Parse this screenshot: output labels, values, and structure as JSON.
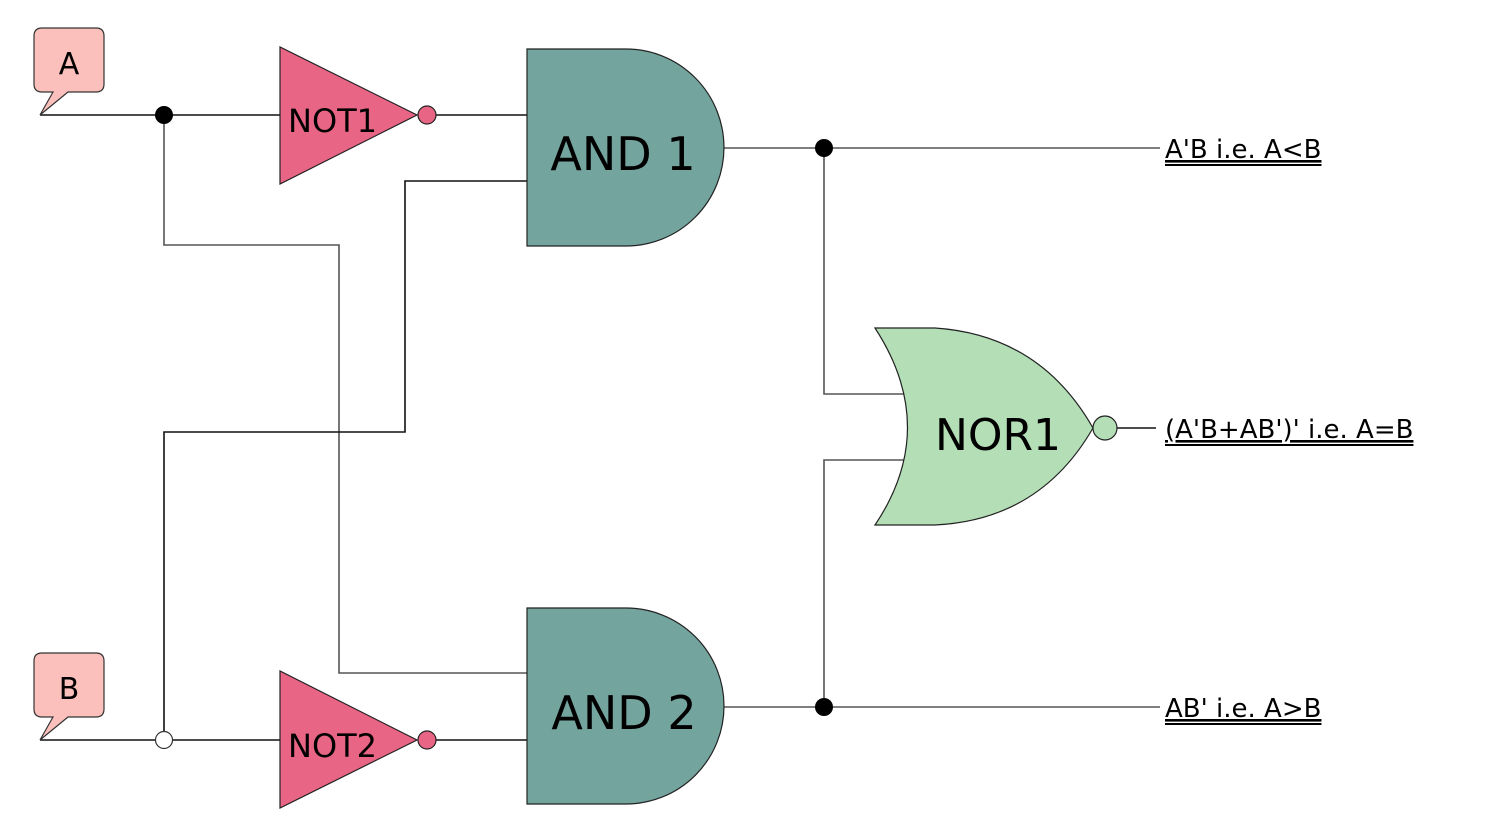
{
  "diagram": {
    "title": "1-bit magnitude comparator",
    "colors": {
      "input_callout": "#fbc0bb",
      "not_gate": "#e86585",
      "and_gate": "#74a49e",
      "nor_gate": "#b3deb6",
      "wire": "#555555",
      "junction": "#000000"
    },
    "inputs": [
      {
        "id": "A",
        "label": "A"
      },
      {
        "id": "B",
        "label": "B"
      }
    ],
    "gates": {
      "not1": {
        "type": "NOT",
        "label": "NOT1"
      },
      "not2": {
        "type": "NOT",
        "label": "NOT2"
      },
      "and1": {
        "type": "AND",
        "label": "AND 1"
      },
      "and2": {
        "type": "AND",
        "label": "AND 2"
      },
      "nor1": {
        "type": "NOR",
        "label": "NOR1"
      }
    },
    "outputs": {
      "less": {
        "label": "A'B i.e. A<B"
      },
      "equal": {
        "label": "(A'B+AB')' i.e. A=B"
      },
      "greater": {
        "label": "AB' i.e. A>B"
      }
    }
  }
}
